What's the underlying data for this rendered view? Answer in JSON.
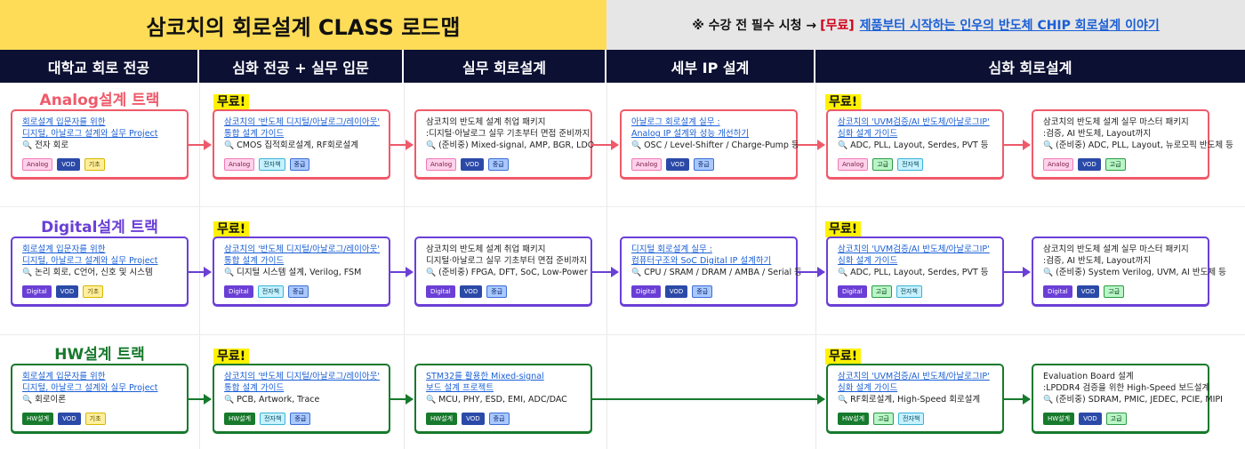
{
  "banner": {
    "title": "삼코치의 회로설계 CLASS 로드맵",
    "notice_prefix": "※ 수강 전 필수 시청 →",
    "notice_free": "[무료]",
    "notice_link": "제품부터 시작하는 인우의 반도체 CHIP 회로설계 이야기"
  },
  "columns": [
    "대학교 회로 전공",
    "심화 전공 + 실무 입문",
    "실무 회로설계",
    "세부 IP 설계",
    "심화 회로설계"
  ],
  "free_label": "무료!",
  "colors": {
    "analog": "#ef5a6a",
    "digital": "#6a3fd6",
    "hw": "#177a2c",
    "banner_yellow": "#fedc57",
    "header_navy": "#0c1033",
    "free_yellow": "#fff200"
  },
  "tracks": [
    {
      "title": "Analog설계 트랙",
      "cards": [
        {
          "lines": [
            "회로설계 입문자를 위한",
            "디지털, 아날로그 설계와 실무 Project"
          ],
          "desc": "전자 회로",
          "tags": [
            "Analog",
            "VOD",
            "기초"
          ]
        },
        {
          "lines": [
            "삼코치의 '반도체 디지털/아날로그/레이아웃'",
            "통합 설계 가이드"
          ],
          "desc": "CMOS 집적회로설계, RF회로설계",
          "tags": [
            "Analog",
            "전자책",
            "중급"
          ]
        },
        {
          "lines": [
            "삼코치의 반도체 설계 취업 패키지",
            ":디지털·아날로그 실무 기초부터 면접 준비까지"
          ],
          "desc": "(준비중) Mixed-signal, AMP, BGR, LDO",
          "tags": [
            "Analog",
            "VOD",
            "중급"
          ]
        },
        {
          "lines": [
            "아날로그 회로설계 실무 :",
            "Analog IP 설계와 성능 개선하기"
          ],
          "desc": "OSC / Level-Shifter / Charge-Pump 등",
          "tags": [
            "Analog",
            "VOD",
            "중급"
          ]
        },
        {
          "lines": [
            "삼코치의 'UVM검증/AI 반도체/아날로그IP'",
            "심화 설계 가이드"
          ],
          "desc": "ADC, PLL, Layout, Serdes, PVT 등",
          "tags": [
            "Analog",
            "고급",
            "전자책"
          ]
        },
        {
          "lines": [
            "삼코치의 반도체 설계 실무 마스터 패키지",
            ":검증, AI 반도체, Layout까지"
          ],
          "desc": "(준비중) ADC, PLL, Layout, 뉴로모픽 반도체 등",
          "tags": [
            "Analog",
            "VOD",
            "고급"
          ]
        }
      ]
    },
    {
      "title": "Digital설계 트랙",
      "cards": [
        {
          "lines": [
            "회로설계 입문자를 위한",
            "디지털, 아날로그 설계와 실무 Project"
          ],
          "desc": "논리 회로, C언어, 신호 및 시스템",
          "tags": [
            "Digital",
            "VOD",
            "기초"
          ]
        },
        {
          "lines": [
            "삼코치의 '반도체 디지털/아날로그/레이아웃'",
            "통합 설계 가이드"
          ],
          "desc": "디지털 시스템 설계, Verilog, FSM",
          "tags": [
            "Digital",
            "전자책",
            "중급"
          ]
        },
        {
          "lines": [
            "삼코치의 반도체 설계 취업 패키지",
            "디지털·아날로그 실무 기초부터 면접 준비까지"
          ],
          "desc": "(준비중) FPGA, DFT, SoC, Low-Power",
          "tags": [
            "Digital",
            "VOD",
            "중급"
          ]
        },
        {
          "lines": [
            "디지털 회로설계 실무 :",
            "컴퓨터구조와 SoC Digital IP 설계하기"
          ],
          "desc": "CPU / SRAM / DRAM / AMBA / Serial 등",
          "tags": [
            "Digital",
            "VOD",
            "중급"
          ]
        },
        {
          "lines": [
            "삼코치의 'UVM검증/AI 반도체/아날로그IP'",
            "심화 설계 가이드"
          ],
          "desc": "ADC, PLL, Layout, Serdes, PVT 등",
          "tags": [
            "Digital",
            "고급",
            "전자책"
          ]
        },
        {
          "lines": [
            "삼코치의 반도체 설계 실무 마스터 패키지",
            ":검증, AI 반도체, Layout까지"
          ],
          "desc": "(준비중) System Verilog, UVM, AI 반도체 등",
          "tags": [
            "Digital",
            "VOD",
            "고급"
          ]
        }
      ]
    },
    {
      "title": "HW설계 트랙",
      "cards": [
        {
          "lines": [
            "회로설계 입문자를 위한",
            "디지털, 아날로그 설계와 실무 Project"
          ],
          "desc": "회로이론",
          "tags": [
            "HW설계",
            "VOD",
            "기초"
          ]
        },
        {
          "lines": [
            "삼코치의 '반도체 디지털/아날로그/레이아웃'",
            "통합 설계 가이드"
          ],
          "desc": "PCB, Artwork, Trace",
          "tags": [
            "HW설계",
            "전자책",
            "중급"
          ]
        },
        {
          "lines": [
            "STM32를 활용한 Mixed-signal",
            "보드 설계 프로젝트"
          ],
          "desc": "MCU, PHY, ESD, EMI, ADC/DAC",
          "tags": [
            "HW설계",
            "VOD",
            "중급"
          ]
        },
        {
          "lines": [
            "삼코치의 'UVM검증/AI 반도체/아날로그IP'",
            "심화 설계 가이드"
          ],
          "desc": "RF회로설계, High-Speed 회로설계",
          "tags": [
            "HW설계",
            "고급",
            "전자책"
          ]
        },
        {
          "lines": [
            "Evaluation Board 설계",
            ":LPDDR4 검증을 위한 High-Speed 보드설계"
          ],
          "desc": "(준비중) SDRAM, PMIC, JEDEC, PCIE, MIPI",
          "tags": [
            "HW설계",
            "VOD",
            "고급"
          ]
        }
      ]
    }
  ]
}
